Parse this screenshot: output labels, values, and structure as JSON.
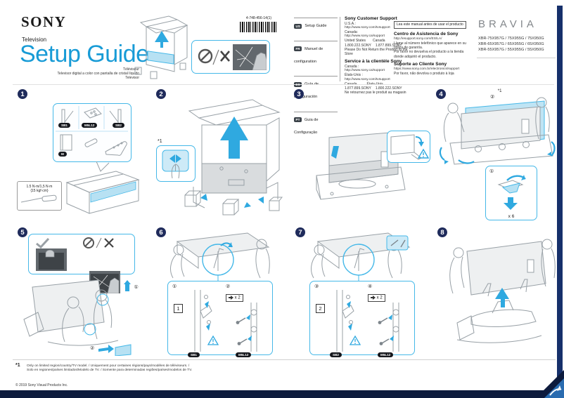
{
  "page": {
    "brand": "SONY",
    "product_type": "Television",
    "title": "Setup Guide",
    "subtitle_lines": [
      "Téléviseur",
      "Televisor digital a color con pantalla de cristal líquido",
      "Televisor"
    ],
    "part_number": "4-748-456-14(1)",
    "footnote_marker": "*1",
    "footnote_text": "Only on limited region/country/TV model. / Uniquement pour certaines régions/pays/modèles de téléviseurs. / Solo en regiones/países limitados/Modelo de TV. / Somente para determinadas regiões/países/modelos de TV.",
    "copyright": "© 2019 Sony Visual Products Inc."
  },
  "languages": [
    {
      "code": "US",
      "label": "Setup Guide"
    },
    {
      "code": "FR",
      "label": "Manuel de configuration"
    },
    {
      "code": "ES",
      "label": "Guía de configuración"
    },
    {
      "code": "PT",
      "label": "Guia de Configuração"
    }
  ],
  "support_en_fr": {
    "title_en": "Sony Customer Support",
    "usa_label": "U.S.A.:",
    "usa_url": "http://www.sony.com/tvsupport",
    "canada_label": "Canada:",
    "canada_url": "http://www.sony.ca/support",
    "phone_head_1": "United States",
    "phone_head_2": "Canada",
    "phone_1": "1.800.222.SONY",
    "phone_2": "1.877.899.SONY",
    "note_en": "Please Do Not Return the Product to the Store",
    "title_fr": "Service à la clientèle Sony",
    "fr_canada_label": "Canada :",
    "fr_canada_url": "http://www.sony.ca/support",
    "fr_us_label": "États-Unis :",
    "fr_us_url": "http://www.sony.com/tvsupport",
    "fr_phone_head_1": "Canada",
    "fr_phone_head_2": "États-Unis",
    "fr_phone_1": "1.877.899.SONY",
    "fr_phone_2": "1.800.222.SONY",
    "note_fr": "Ne retournez pas le produit au magasin"
  },
  "support_es_pt": {
    "read_first": "Lea este manual antes de usar el producto",
    "title_es": "Centro de Asistencia de Sony",
    "es_url": "http://esupport.sony.com/ES/LA/",
    "es_line1": "Llame al número telefónico que aparece en su póliza de garantía.",
    "es_line2": "Por favor no devuelva el producto a la tienda donde adquirió el producto.",
    "title_pt": "Suporte ao Cliente Sony",
    "pt_url": "https://www.sony.com.br/electronics/support",
    "pt_note": "Por favor, não devolva o produto à loja"
  },
  "bravia": {
    "logo": "BRAVIA",
    "models": [
      "XBR-75X957G / 75X955G / 75X950G",
      "XBR-65X957G / 65X955G / 65X950G",
      "XBR-55X957G / 55X955G / 55X950G"
    ]
  },
  "steps": {
    "s1": {
      "num": "1",
      "tags": [
        "SB1",
        "M5L12",
        "SB2",
        "M"
      ],
      "torque_line1": "1.5 N·m/1,5 N·m",
      "torque_line2": "{15 kgf·cm}"
    },
    "s2": {
      "num": "2",
      "footref": "*1"
    },
    "s3": {
      "num": "3"
    },
    "s4": {
      "num": "4",
      "anno_step": "②",
      "anno_ref": "*1",
      "inset_step": "①",
      "count": "x 6"
    },
    "s5": {
      "num": "5",
      "anno1": "①",
      "anno2": "②"
    },
    "s6": {
      "num": "6",
      "sub1": "①",
      "sub2": "②",
      "plate": "1",
      "count": "x 2",
      "tag1": "SB1",
      "tag2": "M5L12"
    },
    "s7": {
      "num": "7",
      "sub1": "③",
      "sub2": "④",
      "plate": "2",
      "count": "x 2",
      "tag1": "SB2",
      "tag2": "M5L12"
    },
    "s8": {
      "num": "8"
    }
  }
}
